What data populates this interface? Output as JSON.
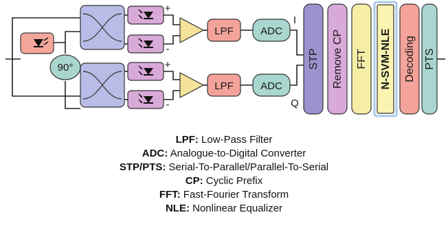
{
  "diagram": {
    "blocks": {
      "phase_shift": "90°",
      "lpf_top": "LPF",
      "lpf_bottom": "LPF",
      "adc_top": "ADC",
      "adc_bottom": "ADC",
      "stp": "STP",
      "remove_cp": "Remove CP",
      "fft": "FFT",
      "nsvm_nle": "N-SVM-NLE",
      "decoding": "Decoding",
      "pts": "PTS"
    },
    "signs": {
      "top_plus": "+",
      "top_minus": "-",
      "bottom_plus": "+",
      "bottom_minus": "-"
    },
    "branch_labels": {
      "i": "I",
      "q": "Q"
    },
    "colors": {
      "laser": "#f3a79a",
      "hybrid": "#b9bce6",
      "photodiode": "#d9a9d9",
      "amplifier": "#f6e39a",
      "lpf": "#f4a39a",
      "adc": "#a9d6cf",
      "stp": "#9a93cf",
      "remove_cp": "#d9a9d9",
      "fft": "#f6eea6",
      "nsvm_nle": "#fbf4b0",
      "nsvm_nle_border": "#a9c9e6",
      "decoding": "#f4a39a",
      "pts": "#a9d6cf"
    },
    "icons": {
      "laser": "laser-diode-icon",
      "photodiode": "photodiode-icon",
      "hybrid": "optical-hybrid-icon",
      "amplifier": "amplifier-triangle-icon"
    }
  },
  "legend": [
    {
      "term": "LPF:",
      "definition": " Low-Pass Filter"
    },
    {
      "term": "ADC:",
      "definition": " Analogue-to-Digital Converter"
    },
    {
      "term": "STP/PTS:",
      "definition": " Serial-To-Parallel/Parallel-To-Serial"
    },
    {
      "term": "CP:",
      "definition": " Cyclic Prefix"
    },
    {
      "term": "FFT:",
      "definition": " Fast-Fourier Transform"
    },
    {
      "term": "NLE:",
      "definition": " Nonlinear Equalizer"
    }
  ]
}
